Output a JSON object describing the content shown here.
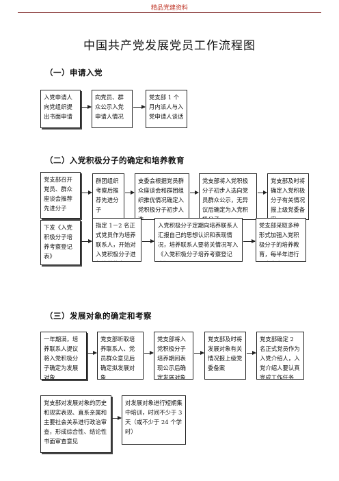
{
  "header_tag": "精品党建资料",
  "title": "中国共产党发展党员工作流程图",
  "sections": [
    {
      "heading": "（一）申请入党",
      "rows": [
        [
          "入党申请人向党组织提出书面申请",
          "向党员、群众公示入党申请人情况",
          "党支部 1 个月内派人与入党申请人谈话"
        ]
      ]
    },
    {
      "heading": "（二）入党积极分子的确定和培养教育",
      "rows": [
        [
          "党支部召开党员、群众座谈会推荐先进分子",
          "群团组织考察后推荐先进分子",
          "支委会根据党员群众座谈会和群团组织推优情况确定入党积极分子初步人选",
          "党支部将入党积极分子初步人选向党员群众公示，无异议后确定为入党积极分子",
          "党支部及时将确定入党积极分子有关情况报上级党委备案"
        ],
        [
          "下发《入党积极分子培养考察登记表》",
          "指定 1－2 名正式党员作为培养联系人，开始对入党积极分子进行培养教育",
          "入党积极分子定期向培养联系人汇报自己的思想认识和表现情况，培养联系人要将关情况写入《入党积极分子培养考察登记表》",
          "党支部采取多种形式加强入党积极分子的培养教育，每半年进行一次考察。"
        ]
      ]
    },
    {
      "heading": "（三）发展对象的确定和考察",
      "rows": [
        [
          "一年期满，培养联系人提议将入党积极分子确定为发展对象",
          "党支部听取培养联系人、党员群众意见后确定拟发展对象",
          "党支部将入党积极分子培养期间表现公示后确定发展对象",
          "党支部及时将发展对象有关情况报上级党委备案",
          "党支部确定 2 名正式党员作为入党介绍人，入党介绍人要认真完成工作任务"
        ],
        [
          "党支部对发展对象的历史和现实表现、直系亲属和主要社会关系进行政治审查，形成综合性、结论性书面审查意见",
          "对发展对象进行短期集中培训，时间不少于 3 天（或不少于 24 个学时）"
        ]
      ]
    }
  ]
}
